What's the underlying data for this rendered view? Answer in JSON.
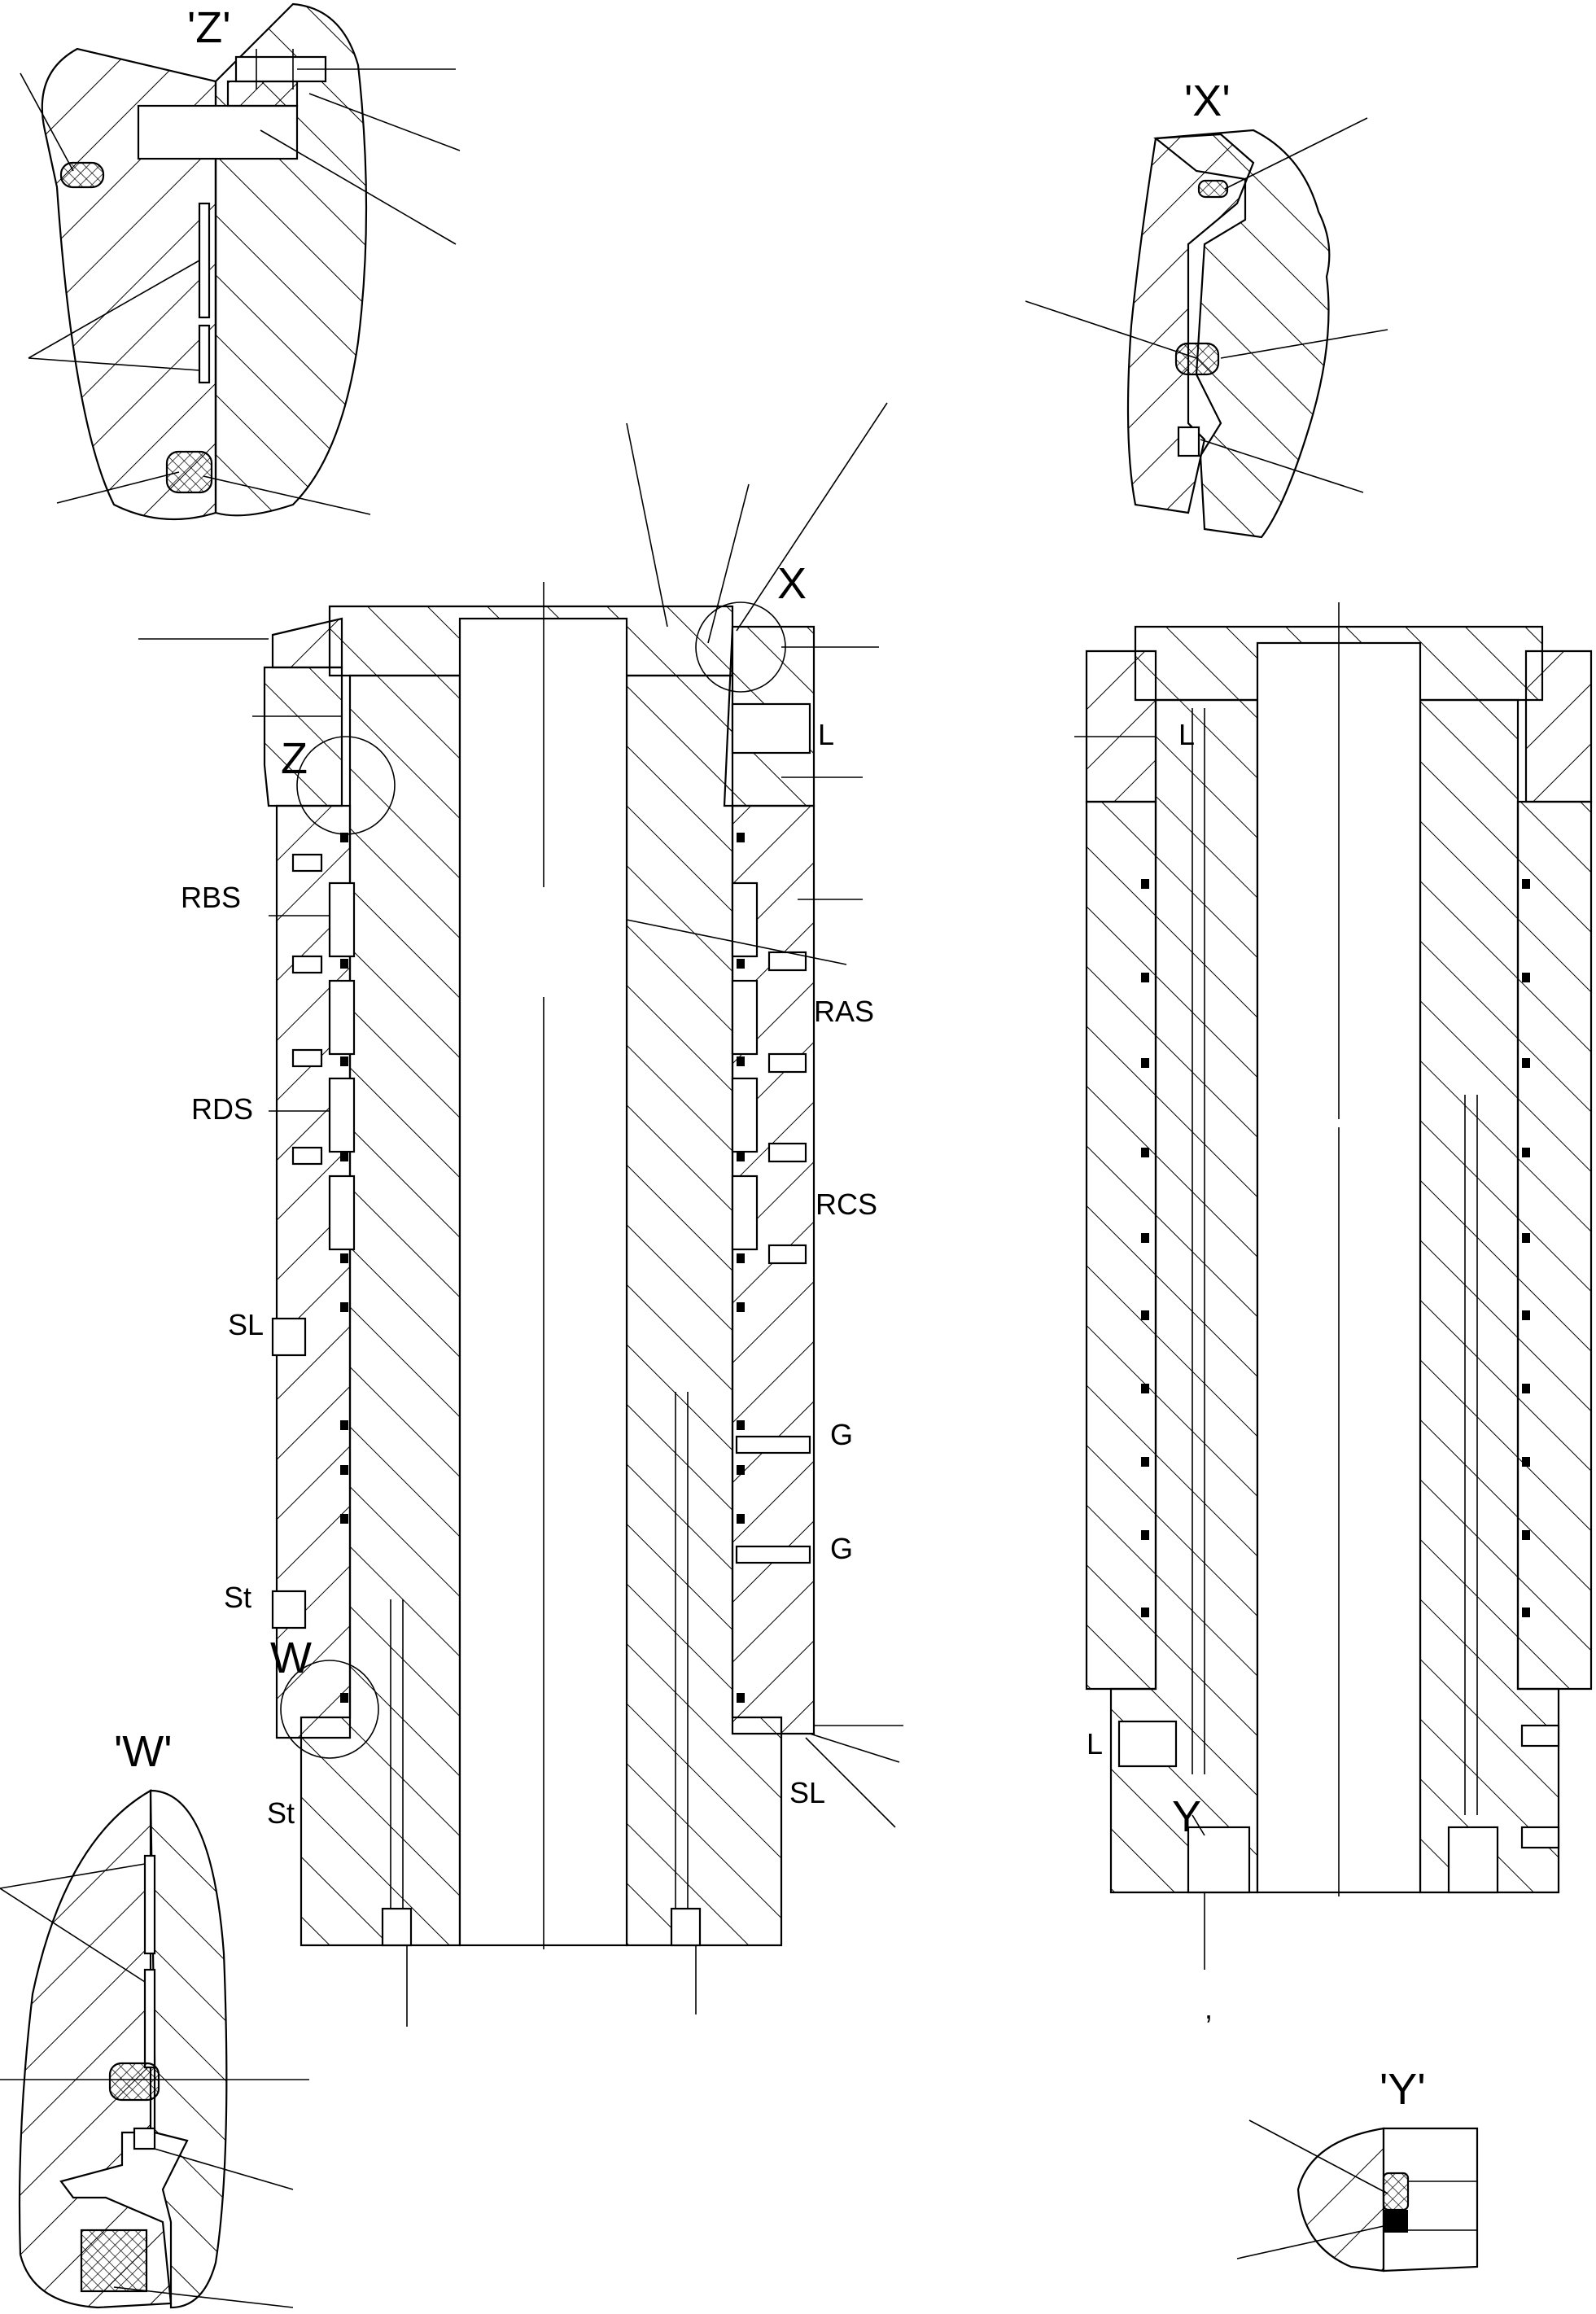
{
  "detail_titles": {
    "z": "'Z'",
    "x": "'X'",
    "w": "'W'",
    "y": "'Y'"
  },
  "section_markers": {
    "x": "X",
    "z": "Z",
    "w": "W",
    "y": "Y"
  },
  "port_labels": {
    "l_left_view": "L",
    "rbs": "RBS",
    "ras": "RAS",
    "rds": "RDS",
    "rcs": "RCS",
    "sl_upper": "SL",
    "g_upper": "G",
    "g_lower": "G",
    "st_upper": "St",
    "st_lower": "St",
    "sl_lower": "SL",
    "l_right_upper": "L",
    "l_right_lower": "L"
  },
  "stray_mark": ",",
  "colors": {
    "line": "#000000",
    "background": "#ffffff",
    "seal_fill": "#000000"
  }
}
